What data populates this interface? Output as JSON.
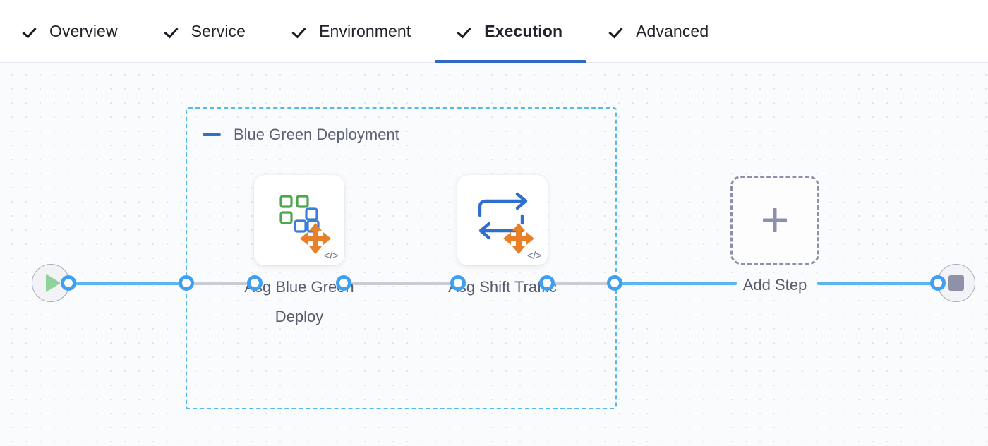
{
  "tabs": [
    {
      "label": "Overview",
      "icon": "check-icon",
      "completed": true,
      "active": false
    },
    {
      "label": "Service",
      "icon": "check-icon",
      "completed": true,
      "active": false
    },
    {
      "label": "Environment",
      "icon": "check-icon",
      "completed": true,
      "active": false
    },
    {
      "label": "Execution",
      "icon": "check-icon",
      "completed": true,
      "active": true
    },
    {
      "label": "Advanced",
      "icon": "check-icon",
      "completed": true,
      "active": false
    }
  ],
  "canvas": {
    "start_node": {
      "icon": "play-icon",
      "name": "pipeline-start"
    },
    "end_node": {
      "icon": "stop-icon",
      "name": "pipeline-end"
    },
    "stage_group": {
      "title": "Blue Green Deployment",
      "collapse_icon": "minus-icon",
      "border_color": "#54b9ef"
    },
    "steps": [
      {
        "label": "Asg Blue Green Deploy",
        "icon": "asg-blue-green-deploy-icon",
        "badge": "</>"
      },
      {
        "label": "Asg Shift Traffic",
        "icon": "asg-shift-traffic-icon",
        "badge": "</>"
      }
    ],
    "add_step": {
      "label": "Add Step",
      "icon": "plus-icon"
    }
  },
  "colors": {
    "accent_blue": "#2e6ac4",
    "edge_blue": "#5ab6ec",
    "edge_dashed": "#c9ccd7",
    "group_border": "#54b9ef",
    "icon_green": "#4ca64c",
    "icon_blue": "#3b7dd8",
    "icon_orange": "#e8802a",
    "text_primary": "#22242c",
    "text_muted": "#565b6e"
  }
}
